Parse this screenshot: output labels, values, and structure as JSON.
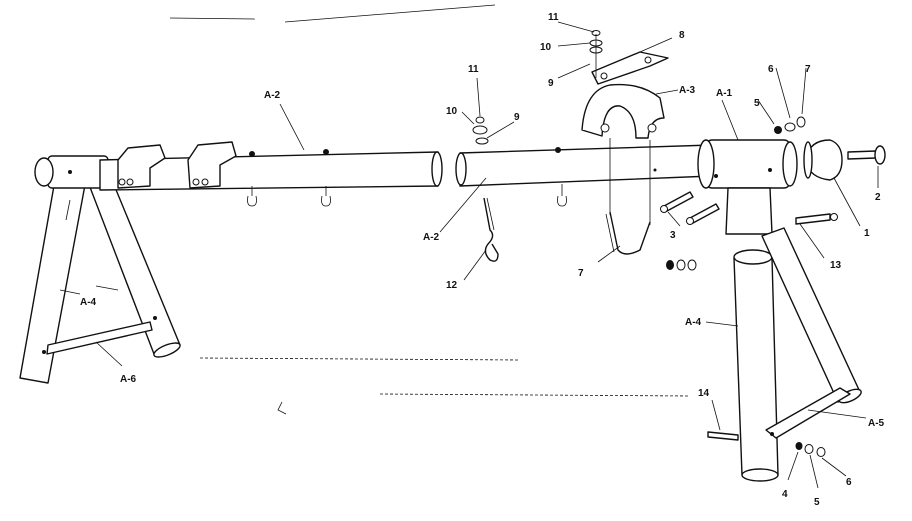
{
  "labels": {
    "a2_left": "A-2",
    "a2_right": "A-2",
    "a3": "A-3",
    "a1": "A-1",
    "a4_left": "A-4",
    "a4_right": "A-4",
    "a6_left": "A-6",
    "a5_right": "A-5",
    "n1": "1",
    "n2": "2",
    "n3": "3",
    "n4": "4",
    "n5_top": "5",
    "n5_bottom": "5",
    "n6_top": "6",
    "n6_bottom": "6",
    "n7_top": "7",
    "n7_low": "7",
    "n8": "8",
    "n9_top": "9",
    "n9_mid": "9",
    "n10_top": "10",
    "n10_mid": "10",
    "n11_top": "11",
    "n11_mid": "11",
    "n12": "12",
    "n13": "13",
    "n14": "14"
  }
}
